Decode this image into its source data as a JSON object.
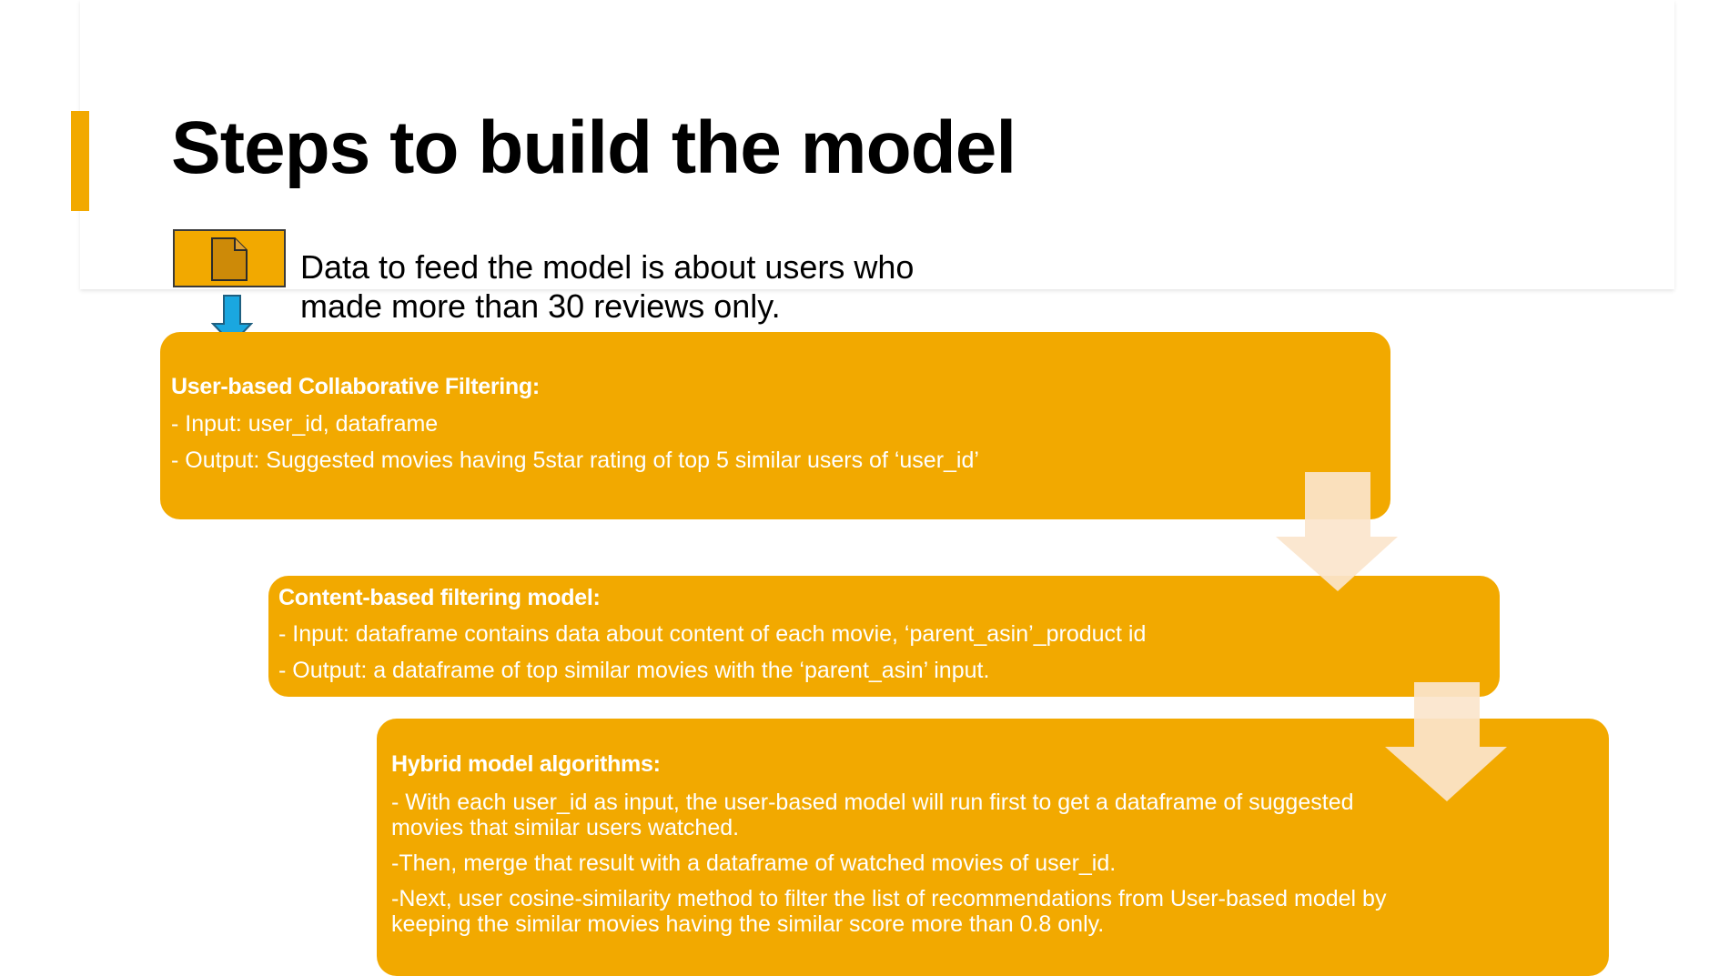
{
  "slide": {
    "title": "Steps to build the model",
    "accent_color": "#f2a900",
    "intro": {
      "icon": "document-icon",
      "line1": "Data to feed the model is about users who",
      "line2": "made more than 30 reviews only."
    }
  },
  "steps": [
    {
      "heading": "User-based Collaborative Filtering:",
      "lines": [
        "- Input: user_id, dataframe",
        "- Output: Suggested movies having 5star rating of top 5 similar users of ‘user_id’"
      ]
    },
    {
      "heading": "Content-based filtering model:",
      "lines": [
        "- Input: dataframe contains data about content of each movie, ‘parent_asin’_product id",
        "- Output: a dataframe of top similar movies with the ‘parent_asin’ input."
      ]
    },
    {
      "heading": "Hybrid model algorithms:",
      "lines": [
        "- With each user_id as input, the user-based model will run first to get a dataframe of suggested movies that similar users watched.",
        "-Then, merge that result with a dataframe of watched movies of user_id.",
        "-Next, user cosine-similarity method to filter the list of recommendations from User-based model by keeping the similar movies having the similar score more than 0.8 only."
      ]
    }
  ]
}
